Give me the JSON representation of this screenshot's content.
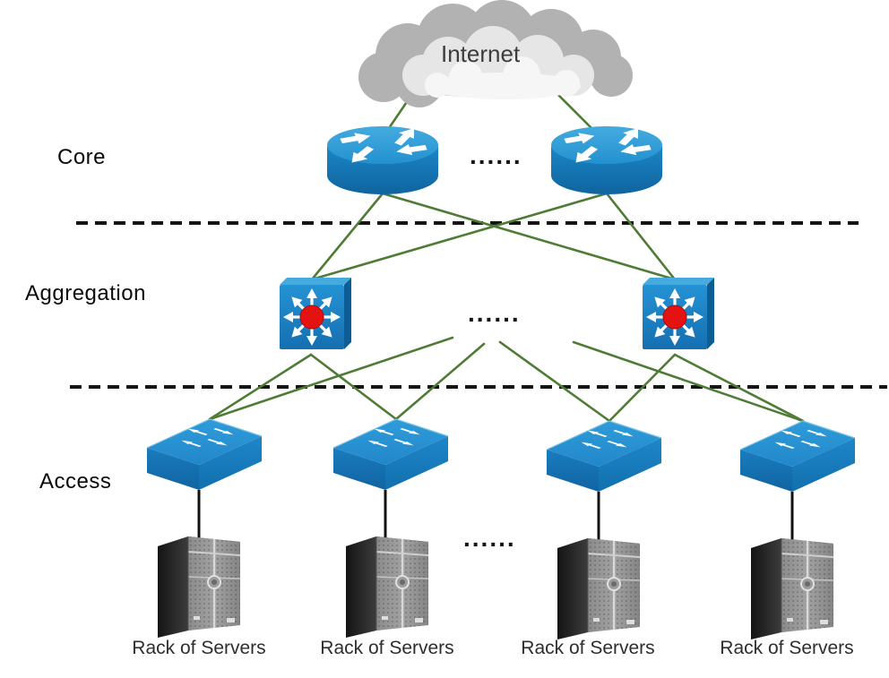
{
  "cloud": {
    "label": "Internet"
  },
  "layers": {
    "core": "Core",
    "aggregation": "Aggregation",
    "access": "Access"
  },
  "ellipsis": "......",
  "racks": [
    {
      "label": "Rack of Servers"
    },
    {
      "label": "Rack of Servers"
    },
    {
      "label": "Rack of Servers"
    },
    {
      "label": "Rack of Servers"
    }
  ],
  "colors": {
    "link-green": "#4e7c34",
    "dash-black": "#141414",
    "wire-black": "#111111",
    "device-blue": "#1b84c6",
    "alert-red": "#e51212",
    "cloud-gray": "#b5b5b5"
  }
}
